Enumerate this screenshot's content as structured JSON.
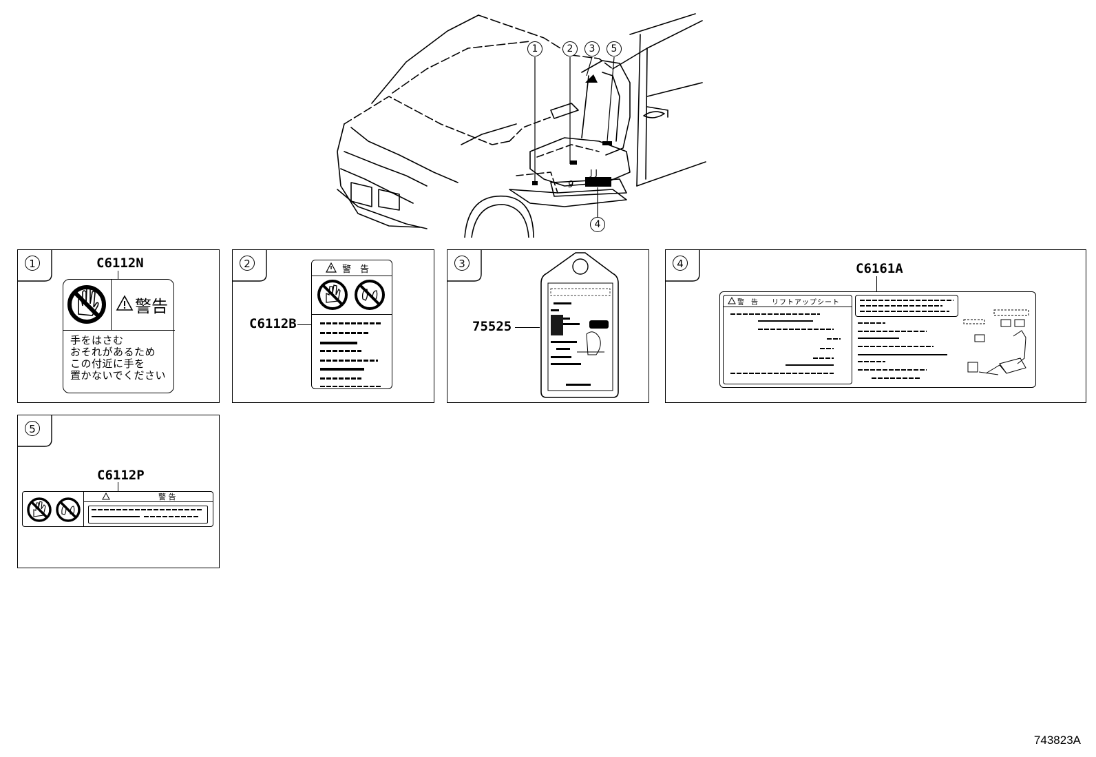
{
  "figure_id": "743823A",
  "overview": {
    "callouts": [
      "1",
      "2",
      "3",
      "5",
      "4"
    ]
  },
  "panels": [
    {
      "num": "1",
      "code": "C6112N",
      "label": {
        "warning": "警告",
        "lines": [
          "手をはさむ",
          "おそれがあるため",
          "この付近に手を",
          "置かないでください"
        ]
      }
    },
    {
      "num": "2",
      "code": "C6112B",
      "label": {
        "header": "警　告"
      }
    },
    {
      "num": "3",
      "code": "75525"
    },
    {
      "num": "4",
      "code": "C6161A",
      "label": {
        "left_header": "警　告",
        "left_title": "リフトアップシート"
      }
    },
    {
      "num": "5",
      "code": "C6112P",
      "label": {
        "header": "警 告"
      }
    }
  ]
}
